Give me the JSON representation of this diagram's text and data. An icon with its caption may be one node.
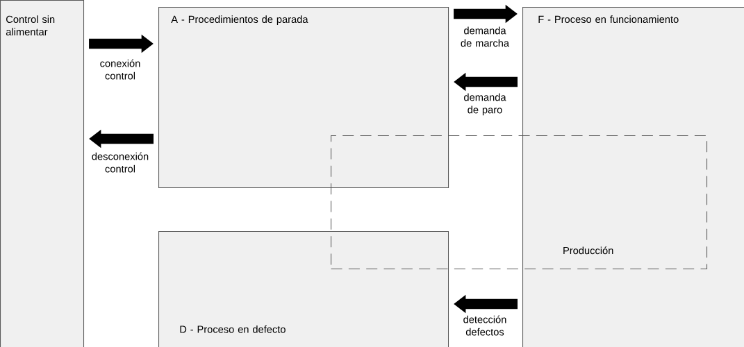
{
  "diagram": {
    "nodes": [
      {
        "text": [
          "Control sin alimentar"
        ]
      },
      {
        "text": [
          "A - Procedimientos de parada"
        ]
      },
      {
        "text": [
          "F - Proceso en funcionamiento"
        ]
      },
      {
        "text": [
          "D - Proceso en defecto"
        ]
      },
      {
        "text": [
          "Producción"
        ]
      }
    ],
    "edges": [
      {
        "from": 0,
        "to": 1,
        "arrow": "to",
        "label": "conexión control"
      },
      {
        "from": 1,
        "to": 0,
        "arrow": "to",
        "label": "desconexión control"
      },
      {
        "from": 1,
        "to": 2,
        "arrow": "to",
        "label": "demanda de marcha"
      },
      {
        "from": 2,
        "to": 1,
        "arrow": "to",
        "label": "demanda de paro"
      },
      {
        "from": 2,
        "to": 3,
        "arrow": "to",
        "label": "detección defectos"
      }
    ]
  }
}
